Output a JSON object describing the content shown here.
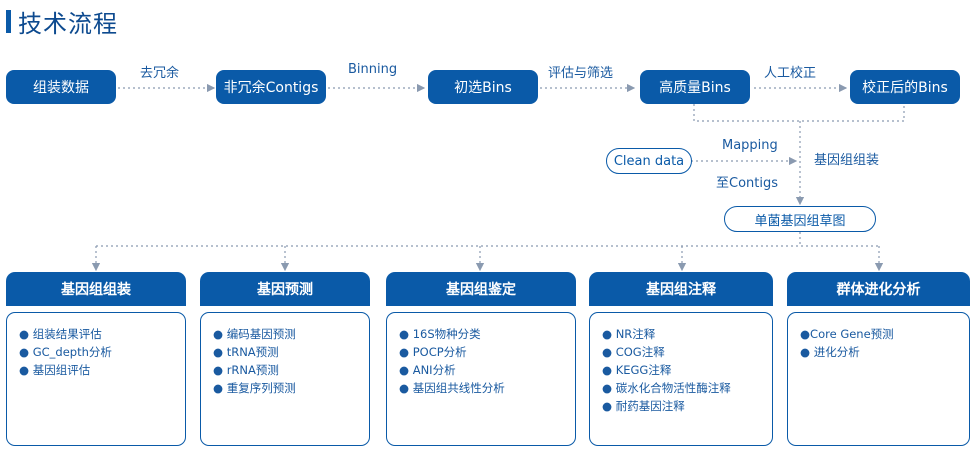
{
  "title": "技术流程",
  "pipeline": {
    "nodes": [
      "组装数据",
      "非冗余Contigs",
      "初选Bins",
      "高质量Bins",
      "校正后的Bins"
    ],
    "edges": [
      "去冗余",
      "Binning",
      "评估与筛选",
      "人工校正"
    ]
  },
  "clean_data": "Clean data",
  "mapping": "Mapping",
  "to_contigs": "至Contigs",
  "genome_assembly": "基因组组装",
  "draft_map": "单菌基因组草图",
  "categories": [
    {
      "header": "基因组组装",
      "items": [
        "组装结果评估",
        "GC_depth分析",
        "基因组评估"
      ]
    },
    {
      "header": "基因预测",
      "items": [
        "编码基因预测",
        "tRNA预测",
        "rRNA预测",
        "重复序列预测"
      ]
    },
    {
      "header": "基因组鉴定",
      "items": [
        "16S物种分类",
        "POCP分析",
        "ANI分析",
        "基因组共线性分析"
      ]
    },
    {
      "header": "基因组注释",
      "items": [
        "NR注释",
        "COG注释",
        "KEGG注释",
        "碳水化合物活性酶注释",
        "耐药基因注释"
      ]
    },
    {
      "header": "群体进化分析",
      "items": [
        "Core Gene预测",
        "进化分析"
      ]
    }
  ],
  "colors": {
    "primary": "#0a5aa8",
    "text": "#1a5aa0",
    "connector": "#8a9ab0"
  }
}
